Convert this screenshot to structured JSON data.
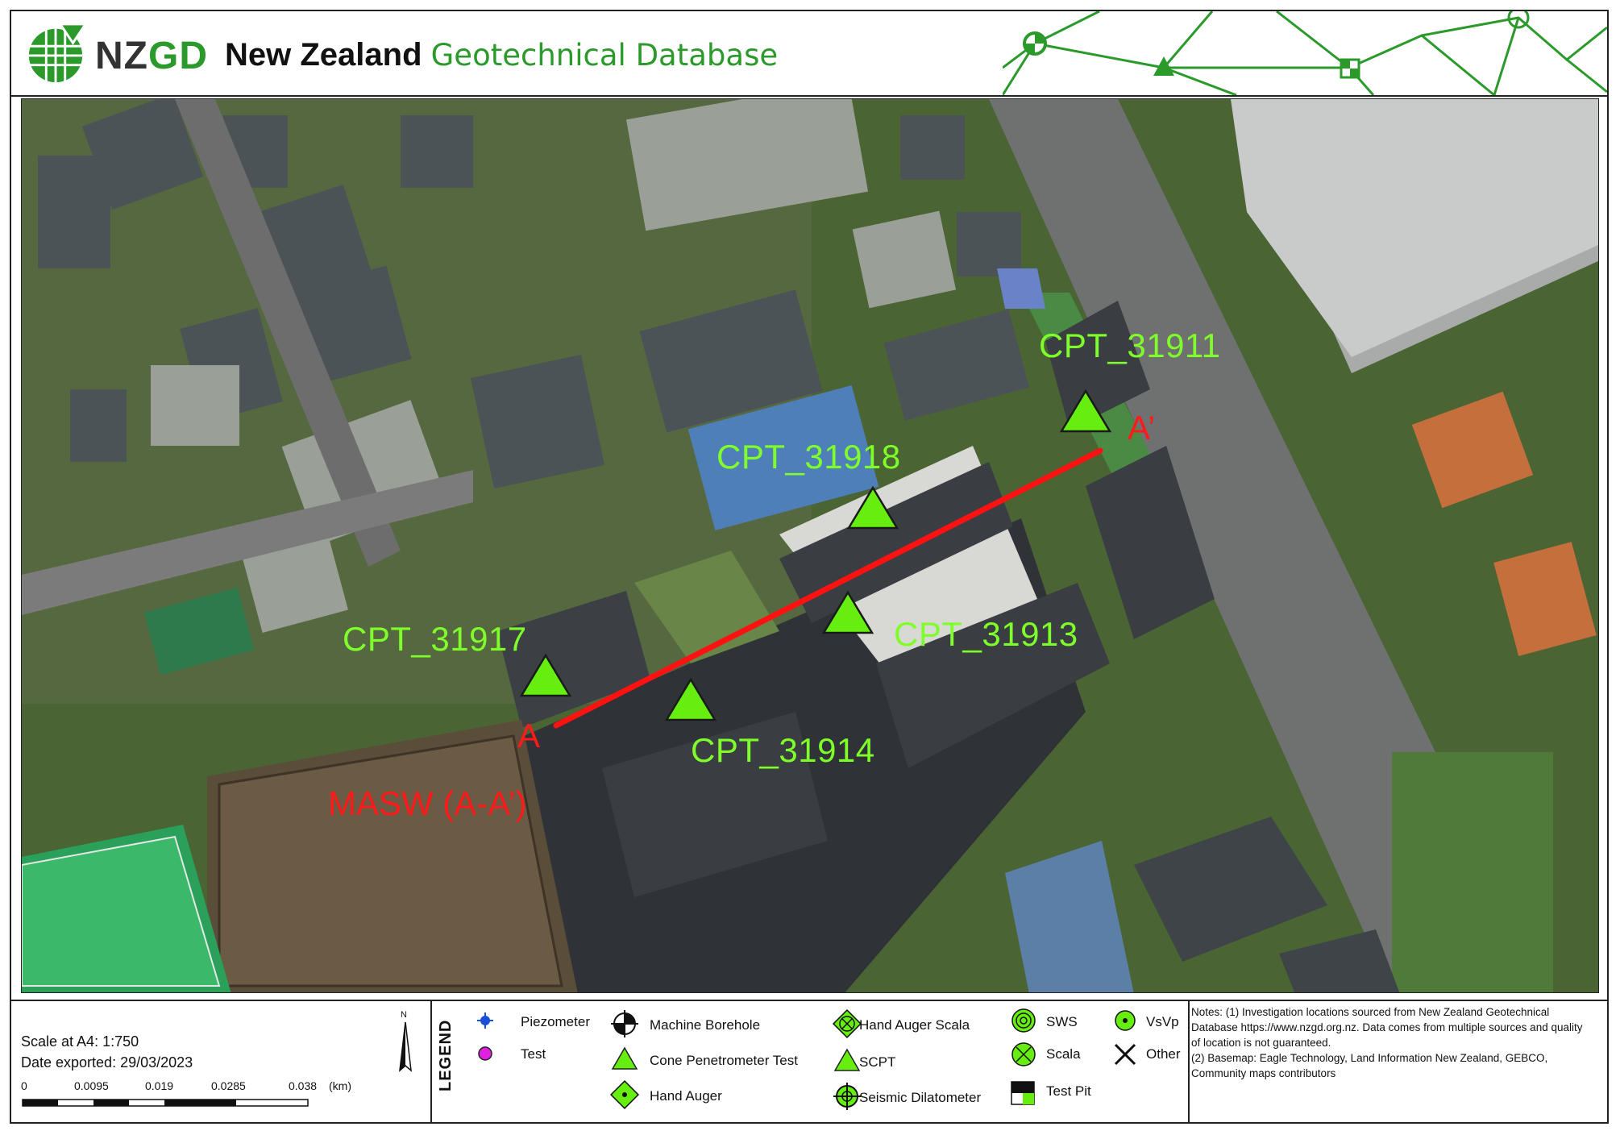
{
  "header": {
    "logo_nz": "NZ",
    "logo_gd": "GD",
    "title_main": "New Zealand",
    "title_accent": "Geotechnical Database"
  },
  "map": {
    "labels": [
      {
        "text": "CPT_31911"
      },
      {
        "text": "CPT_31918"
      },
      {
        "text": "CPT_31917"
      },
      {
        "text": "CPT_31913"
      },
      {
        "text": "CPT_31914"
      }
    ],
    "section_start": "A",
    "section_end": "A’",
    "masw_label": "MASW (A-A’)",
    "colors": {
      "cpt_marker": "#66ee11",
      "label": "#7fff2a",
      "section_line": "#ff1111"
    }
  },
  "footer": {
    "scale_label": "Scale at A4: 1:750",
    "date_label": "Date exported: 29/03/2023",
    "scalebar_ticks": [
      "0",
      "0.0095",
      "0.019",
      "0.0285",
      "0.038"
    ],
    "scalebar_unit": "(km)",
    "north_label": "N",
    "legend_title": "LEGEND",
    "legend_items": [
      "Piezometer",
      "Test",
      "Machine Borehole",
      "Cone Penetrometer Test",
      "Hand Auger",
      "Hand Auger Scala",
      "SCPT",
      "Seismic Dilatometer",
      "SWS",
      "Scala",
      "Test Pit",
      "VsVp",
      "Other"
    ],
    "notes": [
      "Notes: (1) Investigation locations sourced from New Zealand Geotechnical Database https://www.nzgd.org.nz. Data comes from multiple sources and quality of location is not guaranteed.",
      "(2) Basemap: Eagle Technology, Land Information New Zealand, GEBCO, Community maps contributors"
    ]
  }
}
